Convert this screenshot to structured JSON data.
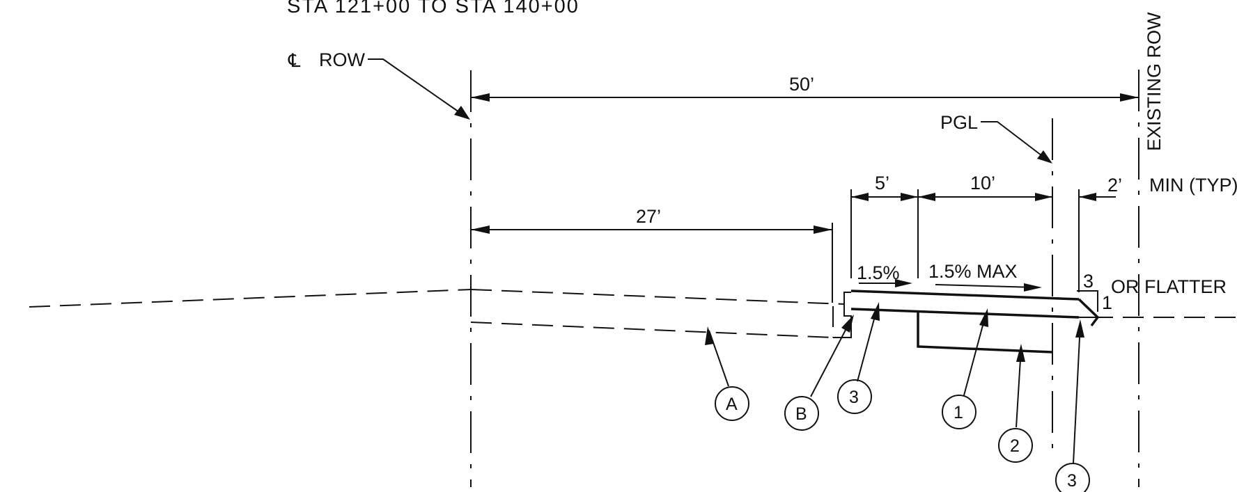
{
  "header": {
    "station_range": "STA 121+00 TO STA 140+00"
  },
  "labels": {
    "centerline_row": "ROW",
    "centerline_symbol": "℄",
    "existing_row": "EXISTING ROW",
    "pgl": "PGL",
    "min_typ": "MIN (TYP)",
    "or_flatter": "OR FLATTER"
  },
  "dimensions": {
    "total_width": "50’",
    "roadway_width": "27’",
    "shoulder": "5’",
    "sidewalk": "10’",
    "offset": "2’"
  },
  "slopes": {
    "shoulder": "1.5%",
    "sidewalk": "1.5% MAX",
    "side_slope_run": "3",
    "side_slope_rise": "1"
  },
  "callouts": [
    "A",
    "B",
    "3",
    "1",
    "2",
    "3"
  ],
  "colors": {
    "ink": "#111111",
    "background": "#ffffff"
  }
}
